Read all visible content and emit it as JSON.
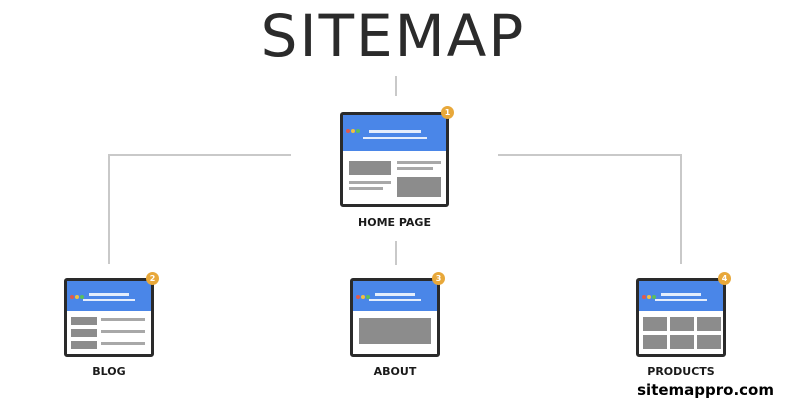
{
  "title": "SITEMAP",
  "footer": "sitemappro.com",
  "colors": {
    "bar": "#4a86e8",
    "badge": "#e8a83a",
    "connector": "#c9c9c9"
  },
  "nodes": {
    "home": {
      "label": "HOME PAGE",
      "badge": "1"
    },
    "blog": {
      "label": "BLOG",
      "badge": "2"
    },
    "about": {
      "label": "ABOUT",
      "badge": "3"
    },
    "products": {
      "label": "PRODUCTS",
      "badge": "4"
    }
  }
}
